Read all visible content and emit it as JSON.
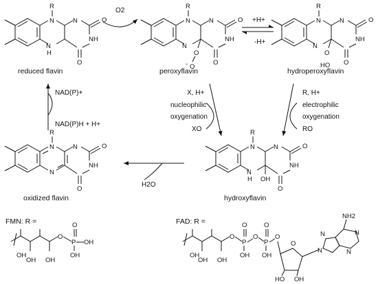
{
  "compounds": {
    "reduced": "reduced flavin",
    "peroxy": "peroxyflavin",
    "hydroperoxy": "hydroperoxyflavin",
    "oxidized": "oxidized flavin",
    "hydroxy": "hydroxyflavin"
  },
  "reagents": {
    "o2": "O2",
    "plus_h": "+H+",
    "minus_h": "-H+",
    "nadp_plus": "NAD(P)+",
    "nadph": "NAD(P)H + H+",
    "x_h": "X, H+",
    "nucleophilic": "nucleophilic",
    "oxygenation_left": "oxygenation",
    "xo": "XO",
    "r_h": "R, H+",
    "electrophilic": "electrophilic",
    "oxygenation_right": "oxygenation",
    "ro": "RO",
    "h2o": "H2O"
  },
  "substituents": {
    "fmn_label": "FMN: R =",
    "fad_label": "FAD: R ="
  },
  "atoms": {
    "R": "R",
    "N": "N",
    "NH": "NH",
    "H": "H",
    "O": "O",
    "OH": "OH",
    "HO": "HO",
    "O_minus": "O",
    "minus": "-",
    "P": "P",
    "NH2": "NH2",
    "dot": "•"
  }
}
